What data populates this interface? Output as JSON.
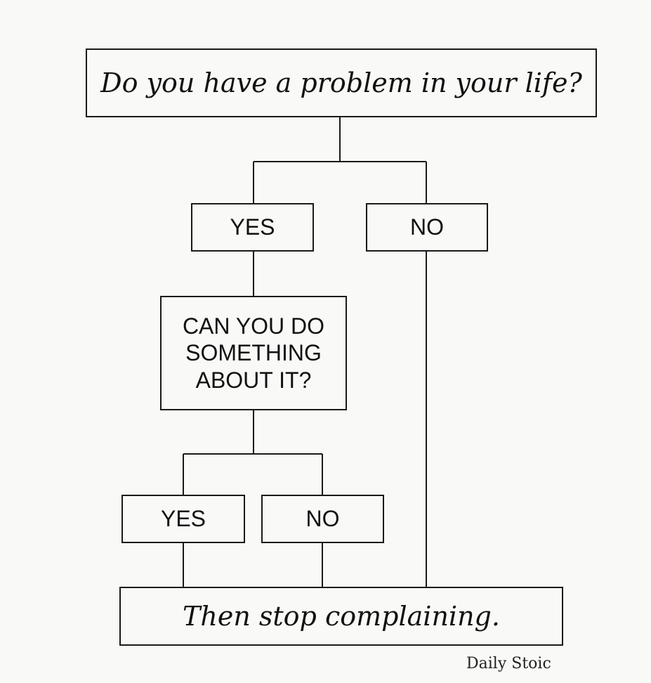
{
  "diagram": {
    "question_main": "Do you have a problem in your life?",
    "answer_main_yes": "YES",
    "answer_main_no": "NO",
    "question_followup": "CAN YOU DO\nSOMETHING\nABOUT IT?",
    "answer_followup_yes": "YES",
    "answer_followup_no": "NO",
    "conclusion": "Then stop complaining."
  },
  "credit": "Daily Stoic",
  "colors": {
    "background": "#f9f9f7",
    "line": "#1a1a1a",
    "text": "#111111"
  }
}
